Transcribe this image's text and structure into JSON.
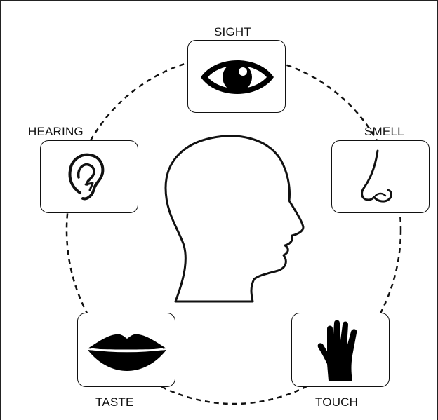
{
  "senses": {
    "sight": {
      "label": "SIGHT",
      "icon": "eye-icon"
    },
    "smell": {
      "label": "SMELL",
      "icon": "nose-icon"
    },
    "touch": {
      "label": "TOUCH",
      "icon": "hand-icon"
    },
    "taste": {
      "label": "TASTE",
      "icon": "lips-icon"
    },
    "hearing": {
      "label": "HEARING",
      "icon": "ear-icon"
    }
  },
  "center": {
    "icon": "head-silhouette-icon"
  },
  "colors": {
    "line": "#111111",
    "background": "#ffffff"
  }
}
